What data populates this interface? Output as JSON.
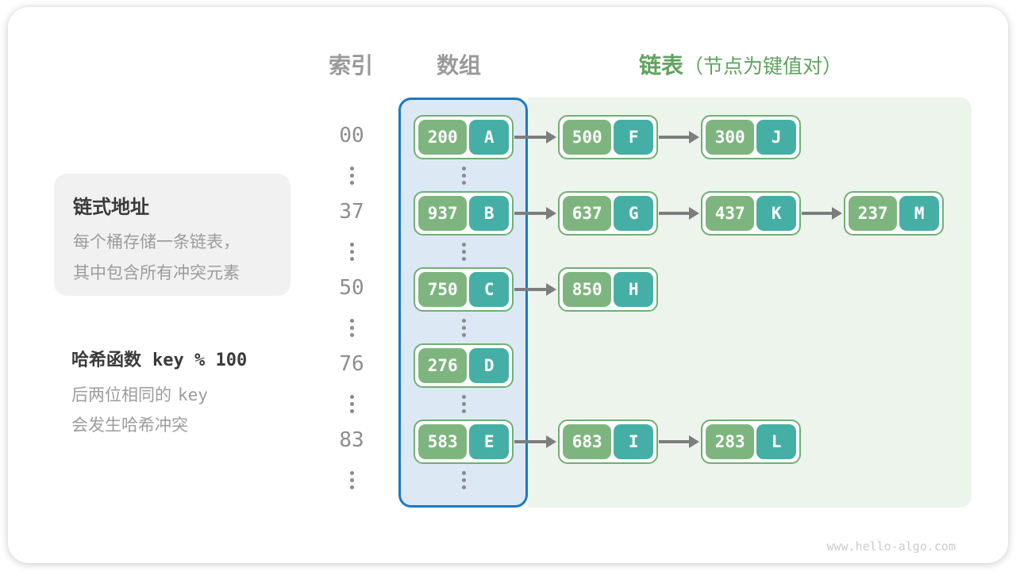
{
  "header": {
    "index_label": "索引",
    "array_label": "数组",
    "list_label": "链表",
    "list_note": "（节点为键值对）"
  },
  "legend": {
    "title": "链式地址",
    "description": [
      "每个桶存储一条链表，",
      "其中包含所有冲突元素"
    ],
    "hash_function_label": "哈希函数",
    "hash_function_code": "key % 100",
    "hash_note_prefix": "后两位相同的",
    "hash_note_code": "key",
    "hash_note_line2": "会发生哈希冲突"
  },
  "hash_table": {
    "rows": [
      {
        "index": "00",
        "chain": [
          {
            "key": "200",
            "value": "A"
          },
          {
            "key": "500",
            "value": "F"
          },
          {
            "key": "300",
            "value": "J"
          }
        ]
      },
      {
        "index": "37",
        "chain": [
          {
            "key": "937",
            "value": "B"
          },
          {
            "key": "637",
            "value": "G"
          },
          {
            "key": "437",
            "value": "K"
          },
          {
            "key": "237",
            "value": "M"
          }
        ]
      },
      {
        "index": "50",
        "chain": [
          {
            "key": "750",
            "value": "C"
          },
          {
            "key": "850",
            "value": "H"
          }
        ]
      },
      {
        "index": "76",
        "chain": [
          {
            "key": "276",
            "value": "D"
          }
        ]
      },
      {
        "index": "83",
        "chain": [
          {
            "key": "583",
            "value": "E"
          },
          {
            "key": "683",
            "value": "I"
          },
          {
            "key": "283",
            "value": "L"
          }
        ]
      }
    ]
  },
  "watermark": "www.hello-algo.com",
  "colors": {
    "key_bg": "#7eb57f",
    "value_bg": "#45afa5",
    "node_border": "#6fb072",
    "array_bg": "#dce9f5",
    "array_border": "#1b78c3",
    "list_bg": "#ecf4ec",
    "header_green": "#5fa35f",
    "arrow": "#7d7d7d"
  }
}
